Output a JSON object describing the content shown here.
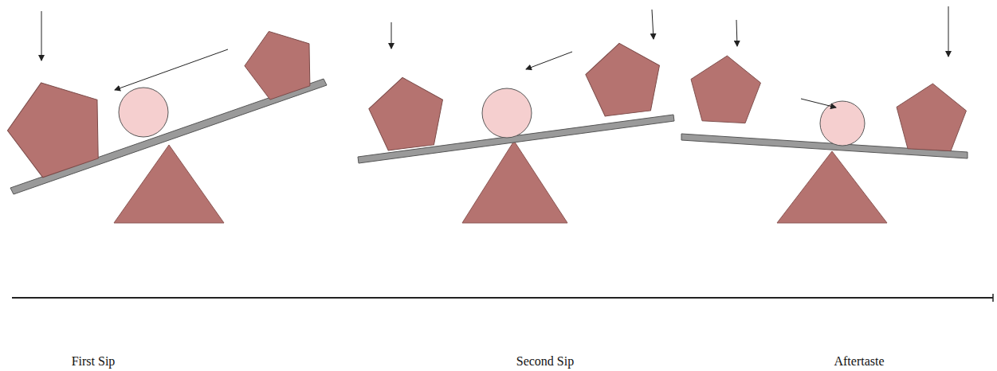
{
  "diagram": {
    "labels": [
      "First Sip",
      "Second Sip",
      "Aftertaste"
    ]
  }
}
